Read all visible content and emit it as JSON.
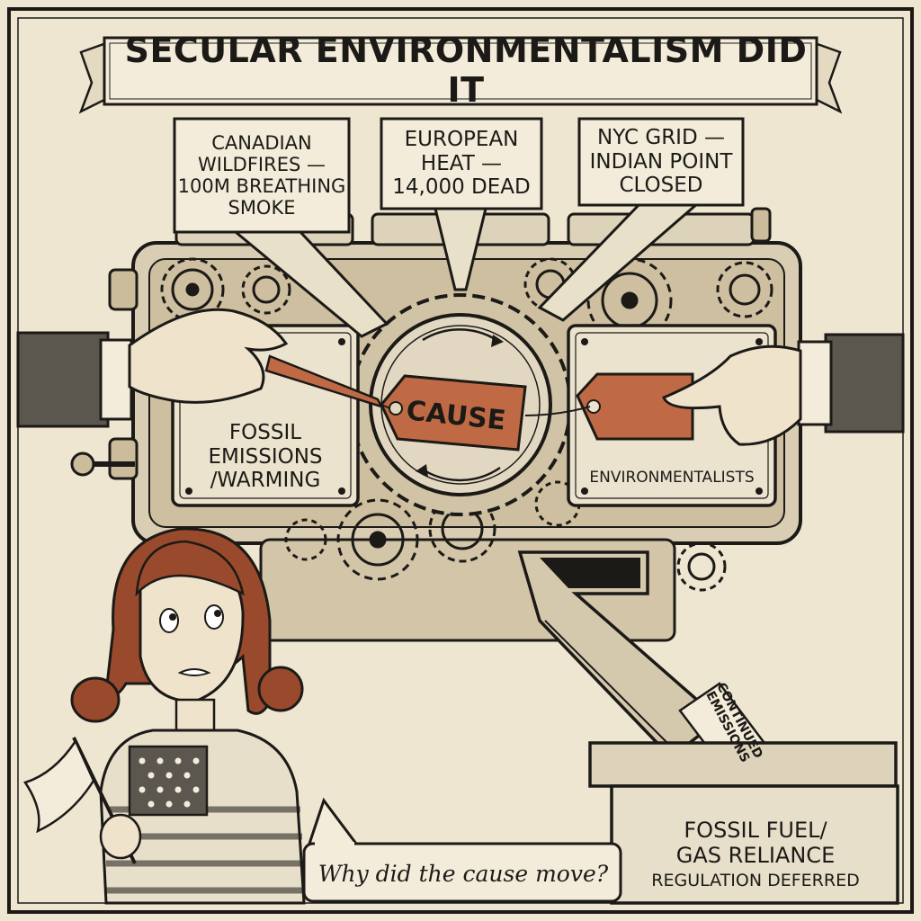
{
  "banner": {
    "title": "SECULAR ENVIRONMENTALISM DID IT"
  },
  "cards": {
    "wildfires": "CANADIAN\nWILDFIRES —\n100M BREATHING\nSMOKE",
    "heat": "EUROPEAN\nHEAT —\n14,000 DEAD",
    "grid": "NYC GRID —\nINDIAN POINT\nCLOSED"
  },
  "panels": {
    "left": "FOSSIL\nEMISSIONS\n/WARMING",
    "right": "ENVIRONMENTALISTS"
  },
  "tag": {
    "label": "CAUSE"
  },
  "ticket": {
    "label": "CONTINUED\nEMISSIONS"
  },
  "bin": {
    "line1": "FOSSIL FUEL/\nGAS RELIANCE",
    "line2": "REGULATION DEFERRED"
  },
  "speech": {
    "text": "Why did the cause move?"
  },
  "colors": {
    "paper": "#efe6d2",
    "ink": "#1c1a17",
    "tag": "#c06a45",
    "hair": "#9a4a2c",
    "machine": "#d9cdb3"
  }
}
